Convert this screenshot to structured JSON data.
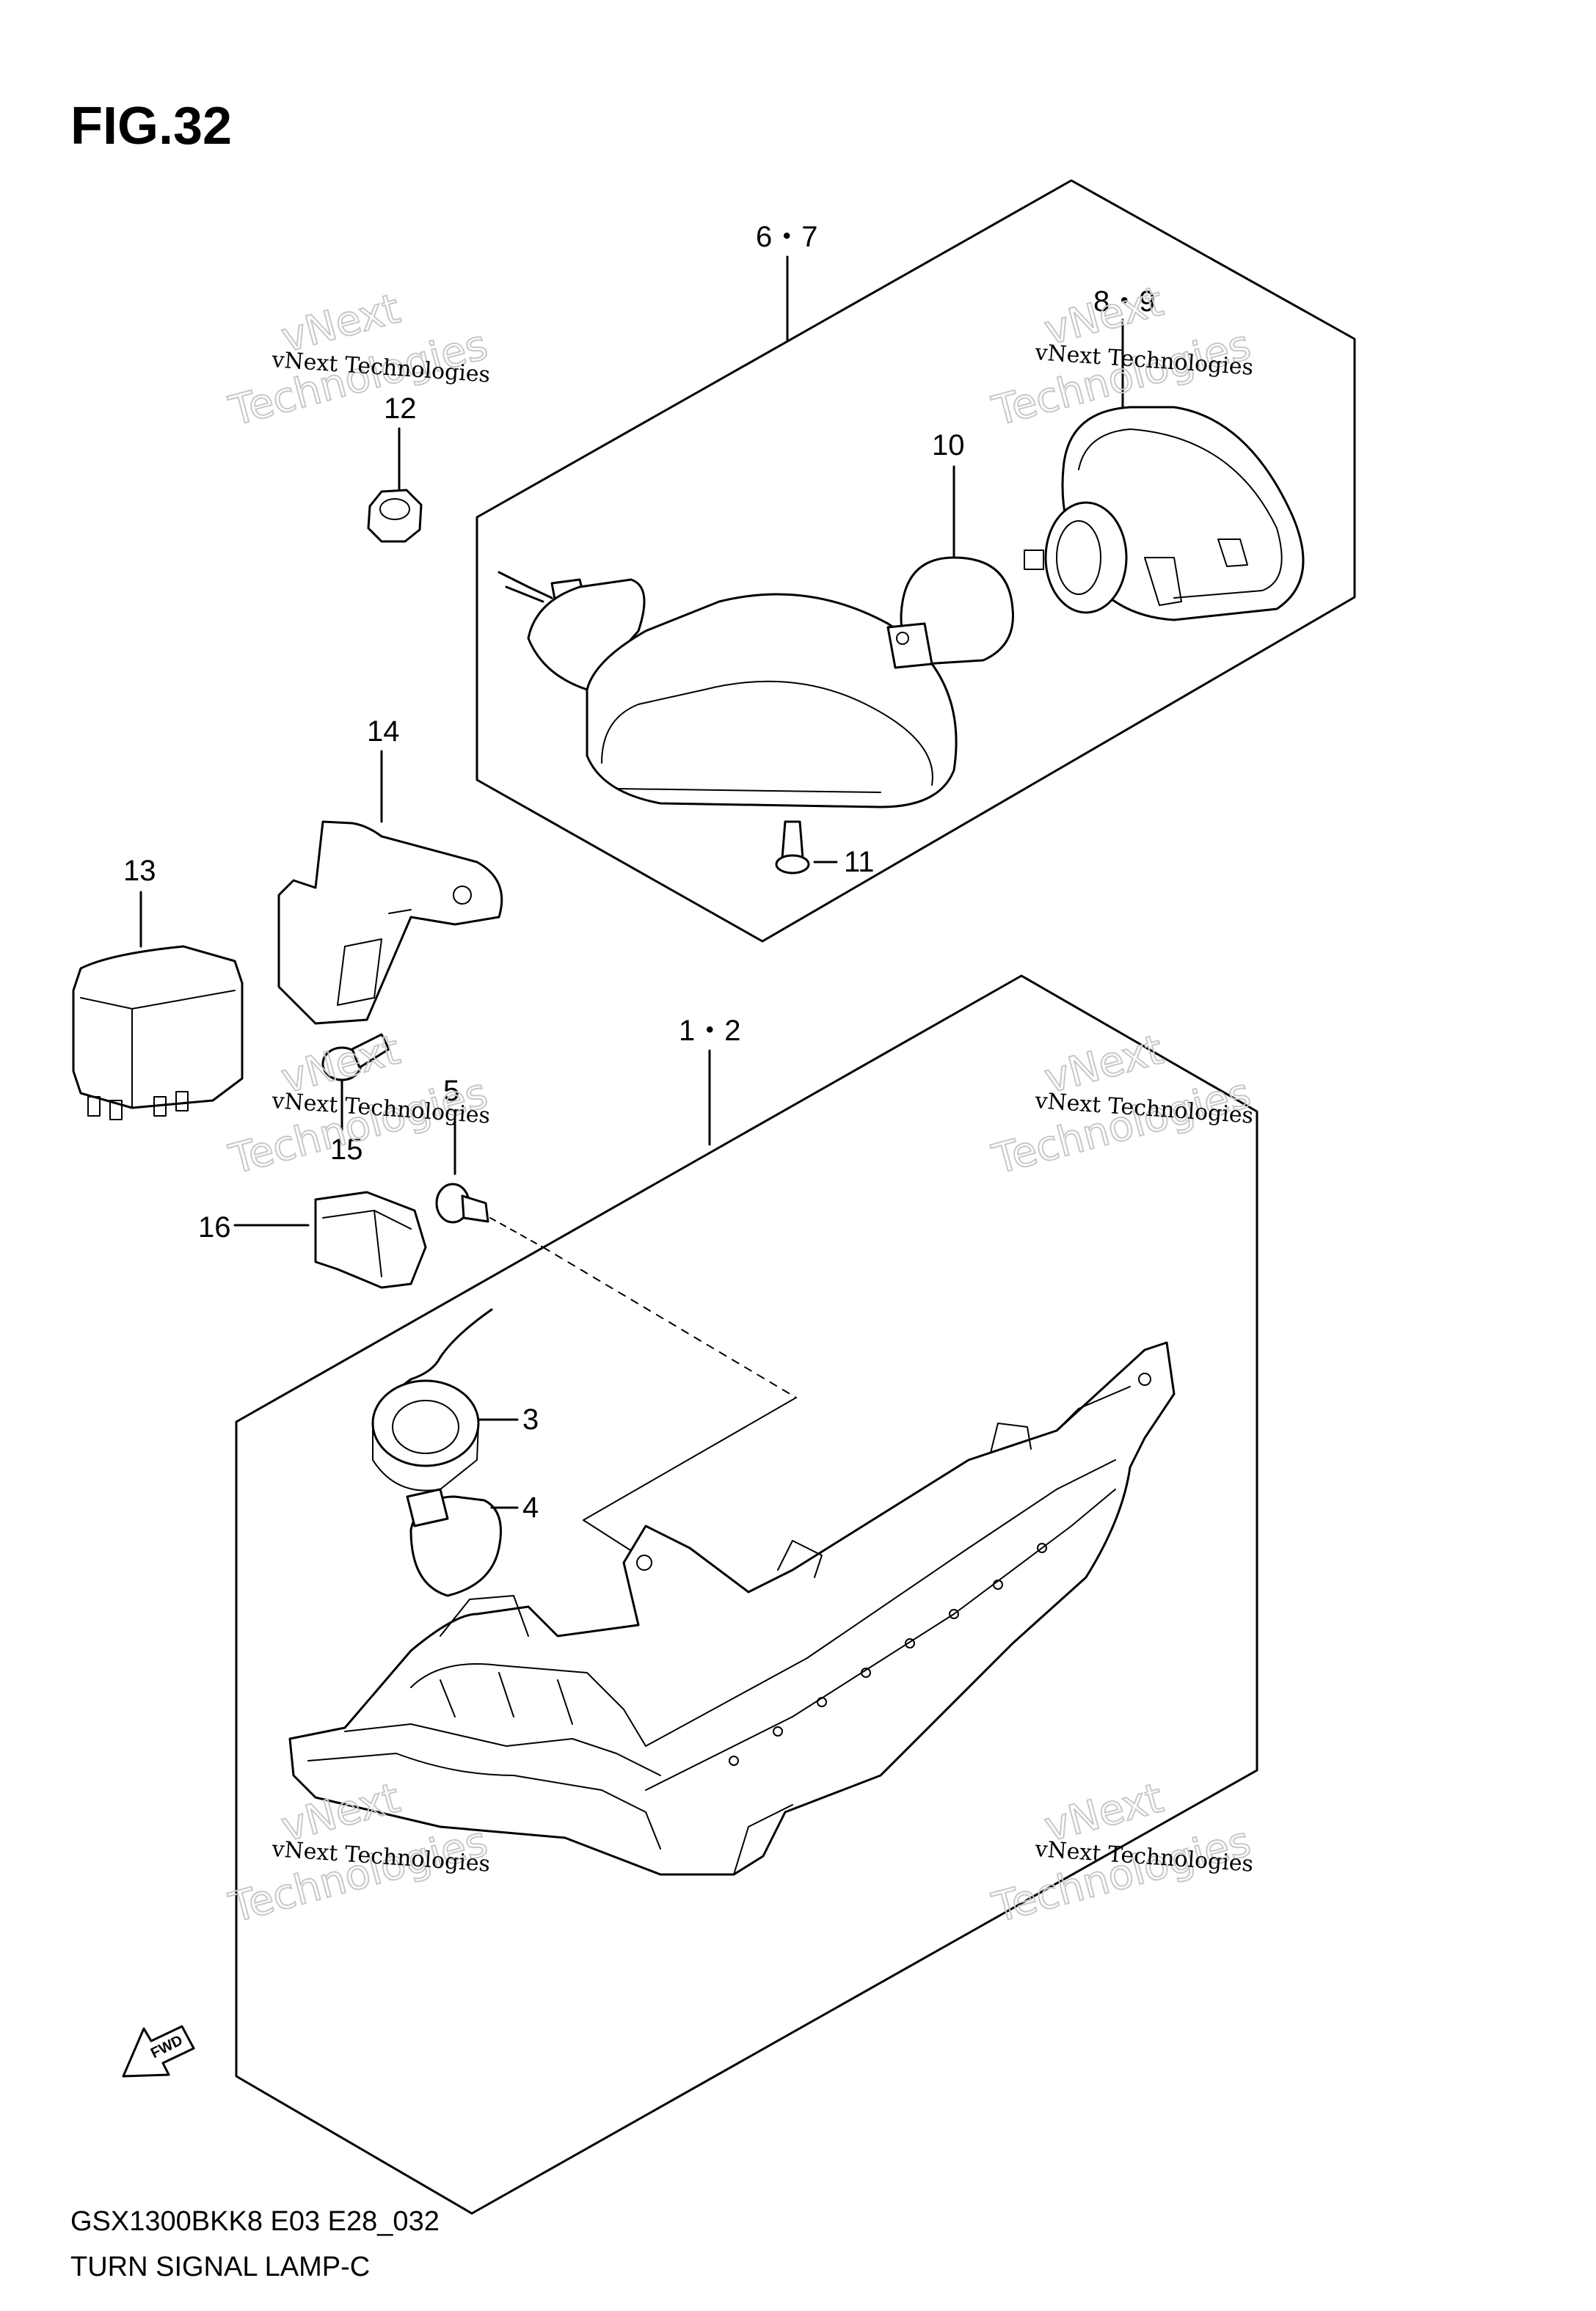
{
  "figure": {
    "title": "FIG.32",
    "model_code": "GSX1300BKK8 E03 E28_032",
    "caption": "TURN SIGNAL LAMP-C"
  },
  "callouts": {
    "c67": "6・7",
    "c89": "8・9",
    "c10": "10",
    "c11": "11",
    "c12": "12",
    "c13": "13",
    "c14": "14",
    "c12b": "1・2",
    "c3": "3",
    "c4": "4",
    "c5": "5",
    "c15": "15",
    "c16": "16"
  },
  "watermark": {
    "company": "vNext Technologies",
    "word1": "vNext",
    "word2": "Technologies"
  },
  "fwd_label": "FWD"
}
